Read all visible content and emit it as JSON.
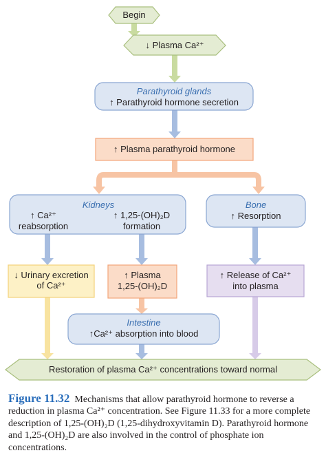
{
  "nodes": {
    "begin": "Begin",
    "plasma_ca_down": "↓ Plasma Ca²⁺",
    "parathyroid_title": "Parathyroid glands",
    "parathyroid_text": "↑ Parathyroid hormone secretion",
    "pth_up": "↑ Plasma parathyroid hormone",
    "kidneys_title": "Kidneys",
    "kidneys_ca_1": "↑ Ca²⁺",
    "kidneys_ca_2": "reabsorption",
    "kidneys_vitd_1": "↑ 1,25-(OH)₂D",
    "kidneys_vitd_2": "formation",
    "bone_title": "Bone",
    "bone_text": "↑ Resorption",
    "urinary_1": "↓ Urinary excretion",
    "urinary_2": "of Ca²⁺",
    "plasma_vitd_1": "↑ Plasma",
    "plasma_vitd_2": "1,25-(OH)₂D",
    "release_1": "↑ Release of Ca²⁺",
    "release_2": "into plasma",
    "intestine_title": "Intestine",
    "intestine_text": "↑Ca²⁺ absorption into blood",
    "restoration": "Restoration of plasma Ca²⁺ concentrations toward normal"
  },
  "caption": {
    "figure_label": "Figure 11.32",
    "text": "Mechanisms that allow parathyroid hormone to reverse a reduction in plasma Ca²⁺ concentration. See Figure 11.33 for a more complete description of 1,25-(OH)₂D (1,25-dihydroxyvitamin D). Parathyroid hormone and 1,25-(OH)₂D are also involved in the control of phosphate ion concentrations."
  },
  "colors": {
    "green_fill": "#e4ecd3",
    "green_stroke": "#a9bf7e",
    "blue_fill": "#dde6f3",
    "blue_stroke": "#8aa6d2",
    "orange_fill": "#fbdcc8",
    "orange_stroke": "#f2a57a",
    "yellow_fill": "#fdf1c6",
    "yellow_stroke": "#f3d27a",
    "purple_fill": "#e6def0",
    "purple_stroke": "#b8a6d4",
    "green_arrow": "#c9dba0",
    "blue_arrow": "#a7bde0",
    "orange_arrow": "#f7c4a4",
    "yellow_arrow": "#f8e3a0",
    "purple_arrow": "#d7cbe8",
    "caption_accent": "#2a6ebb"
  }
}
